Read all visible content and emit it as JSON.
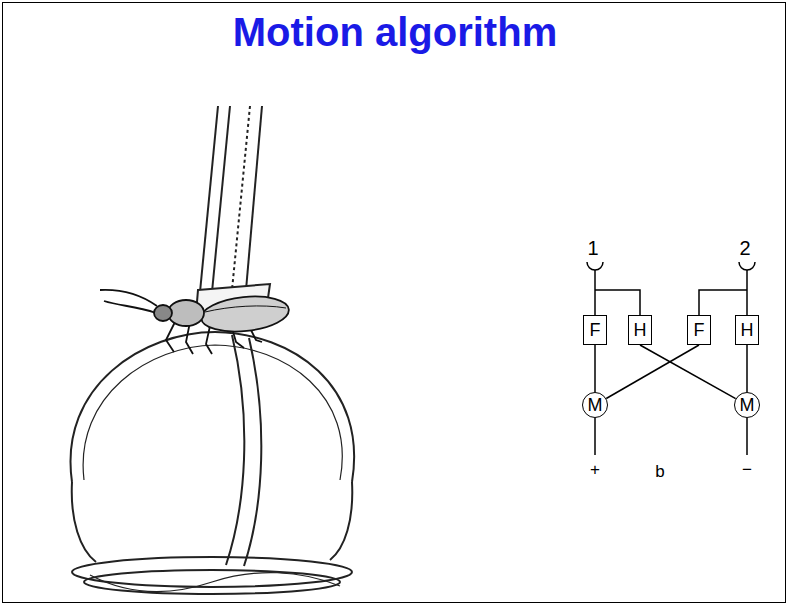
{
  "diagram": {
    "title": "Motion algorithm",
    "nodes": [
      {
        "text": [
          "F"
        ]
      },
      {
        "text": [
          "H"
        ]
      },
      {
        "text": [
          "F"
        ]
      },
      {
        "text": [
          "H"
        ]
      },
      {
        "text": [
          "M"
        ]
      },
      {
        "text": [
          "M"
        ]
      }
    ],
    "edges": [
      {
        "from": 0,
        "to": 4,
        "arrow": "none"
      },
      {
        "from": 1,
        "to": 5,
        "arrow": "none"
      },
      {
        "from": 2,
        "to": 4,
        "arrow": "none"
      },
      {
        "from": 3,
        "to": 5,
        "arrow": "none"
      }
    ],
    "labels": [
      "1",
      "2",
      "+",
      "b",
      "−"
    ]
  }
}
